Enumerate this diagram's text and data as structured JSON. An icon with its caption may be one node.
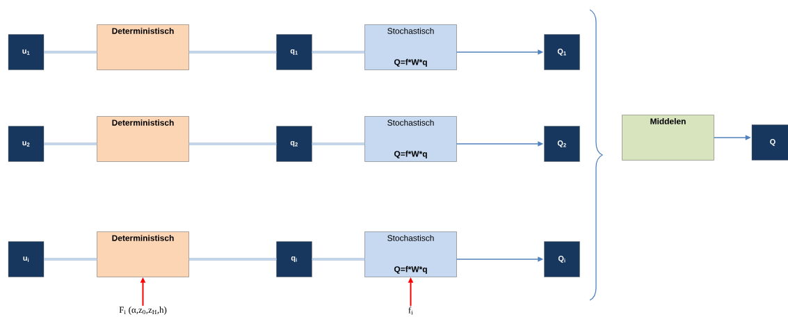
{
  "diagram": {
    "nodes": [
      {
        "text": [
          "u$_{1}$"
        ]
      },
      {
        "text": [
          "Deterministisch"
        ]
      },
      {
        "text": [
          "q$_{1}$"
        ]
      },
      {
        "text": [
          "Stochastisch",
          "Q=f*W*q"
        ]
      },
      {
        "text": [
          "Q$_{1}$"
        ]
      },
      {
        "text": [
          "u$_{2}$"
        ]
      },
      {
        "text": [
          "Deterministisch"
        ]
      },
      {
        "text": [
          "q$_{2}$"
        ]
      },
      {
        "text": [
          "Stochastisch",
          "Q=f*W*q"
        ]
      },
      {
        "text": [
          "Q$_{2}$"
        ]
      },
      {
        "text": [
          "u$_{i}$"
        ]
      },
      {
        "text": [
          "Deterministisch"
        ]
      },
      {
        "text": [
          "q$_{i}$"
        ]
      },
      {
        "text": [
          "Stochastisch",
          "Q=f*W*q"
        ]
      },
      {
        "text": [
          "Q$_{i}$"
        ]
      },
      {
        "text": [
          "Middelen"
        ]
      },
      {
        "text": [
          "Q"
        ]
      },
      {
        "text": [
          "F$_{i}$ (α,z$_{0}$,z$_{H}$,h)"
        ]
      },
      {
        "text": [
          "f$_{i}$"
        ]
      }
    ],
    "edges": [
      {
        "from": 0,
        "to": 1,
        "arrow": "none"
      },
      {
        "from": 1,
        "to": 2,
        "arrow": "none"
      },
      {
        "from": 2,
        "to": 3,
        "arrow": "none"
      },
      {
        "from": 3,
        "to": 4,
        "arrow": "to"
      },
      {
        "from": 5,
        "to": 6,
        "arrow": "none"
      },
      {
        "from": 6,
        "to": 7,
        "arrow": "none"
      },
      {
        "from": 7,
        "to": 8,
        "arrow": "none"
      },
      {
        "from": 8,
        "to": 9,
        "arrow": "to"
      },
      {
        "from": 10,
        "to": 11,
        "arrow": "none"
      },
      {
        "from": 11,
        "to": 12,
        "arrow": "none"
      },
      {
        "from": 12,
        "to": 13,
        "arrow": "none"
      },
      {
        "from": 13,
        "to": 14,
        "arrow": "to"
      },
      {
        "from": 15,
        "to": 16,
        "arrow": "to"
      },
      {
        "from": 17,
        "to": 11,
        "arrow": "to",
        "color": "#ff0000"
      },
      {
        "from": 18,
        "to": 13,
        "arrow": "to",
        "color": "#ff0000"
      }
    ]
  }
}
